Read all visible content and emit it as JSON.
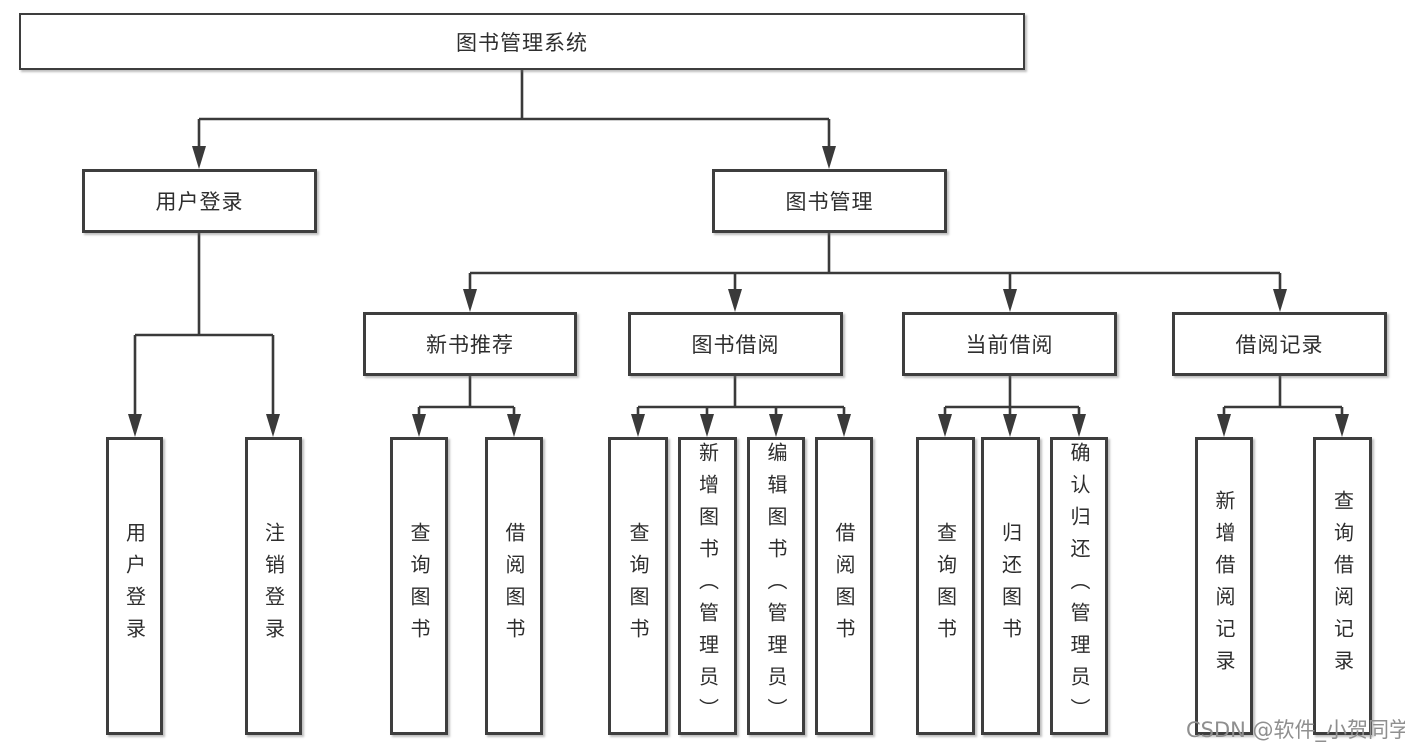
{
  "diagram": {
    "type": "tree",
    "nodes": {
      "root": {
        "label": "图书管理系统"
      },
      "level2": [
        {
          "label": "用户登录",
          "parent": "图书管理系统"
        },
        {
          "label": "图书管理",
          "parent": "图书管理系统"
        }
      ],
      "level3": [
        {
          "label": "新书推荐",
          "parent": "图书管理"
        },
        {
          "label": "图书借阅",
          "parent": "图书管理"
        },
        {
          "label": "当前借阅",
          "parent": "图书管理"
        },
        {
          "label": "借阅记录",
          "parent": "图书管理"
        }
      ],
      "leaves": [
        {
          "label": "用户登录",
          "parent": "用户登录"
        },
        {
          "label": "注销登录",
          "parent": "用户登录"
        },
        {
          "label": "查询图书",
          "parent": "新书推荐"
        },
        {
          "label": "借阅图书",
          "parent": "新书推荐"
        },
        {
          "label": "查询图书",
          "parent": "图书借阅"
        },
        {
          "label": "新增图书（管理员）",
          "parent": "图书借阅"
        },
        {
          "label": "编辑图书（管理员）",
          "parent": "图书借阅"
        },
        {
          "label": "借阅图书",
          "parent": "图书借阅"
        },
        {
          "label": "查询图书",
          "parent": "当前借阅"
        },
        {
          "label": "归还图书",
          "parent": "当前借阅"
        },
        {
          "label": "确认归还（管理员）",
          "parent": "当前借阅"
        },
        {
          "label": "新增借阅记录",
          "parent": "借阅记录"
        },
        {
          "label": "查询借阅记录",
          "parent": "借阅记录"
        }
      ]
    },
    "colors": {
      "line": "#3a3a3a",
      "box_border": "#3e3e3e",
      "text": "#2e2e2e",
      "watermark": "#8f8f8f",
      "background": "#ffffff"
    }
  },
  "watermark": {
    "text": "CSDN @软件_小贺同学"
  }
}
